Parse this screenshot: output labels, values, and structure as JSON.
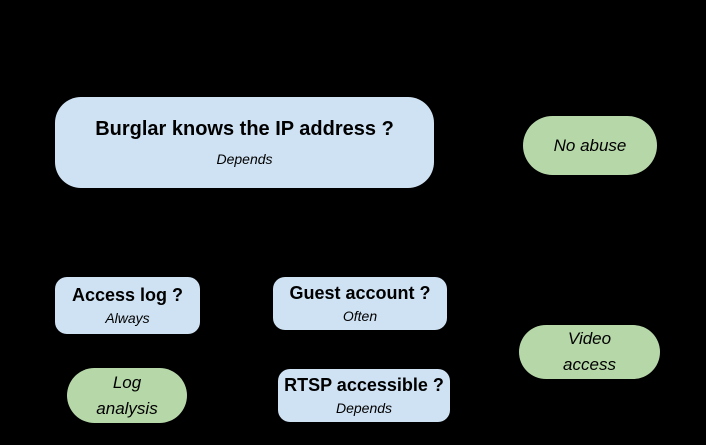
{
  "colors": {
    "background": "#000000",
    "question_fill": "#cfe2f3",
    "outcome_fill": "#b6d7a8",
    "text": "#000000"
  },
  "diagram": {
    "type": "decision-tree",
    "nodes": {
      "burglar_ip": {
        "kind": "question",
        "title": "Burglar knows the IP address ?",
        "subtitle": "Depends"
      },
      "no_abuse": {
        "kind": "outcome",
        "label": "No abuse"
      },
      "access_log": {
        "kind": "question",
        "title": "Access log ?",
        "subtitle": "Always"
      },
      "guest_account": {
        "kind": "question",
        "title": "Guest account ?",
        "subtitle": "Often"
      },
      "log_analysis": {
        "kind": "outcome",
        "label_line1": "Log",
        "label_line2": "analysis"
      },
      "rtsp": {
        "kind": "question",
        "title": "RTSP accessible ?",
        "subtitle": "Depends"
      },
      "video_access": {
        "kind": "outcome",
        "label_line1": "Video",
        "label_line2": "access"
      }
    }
  }
}
